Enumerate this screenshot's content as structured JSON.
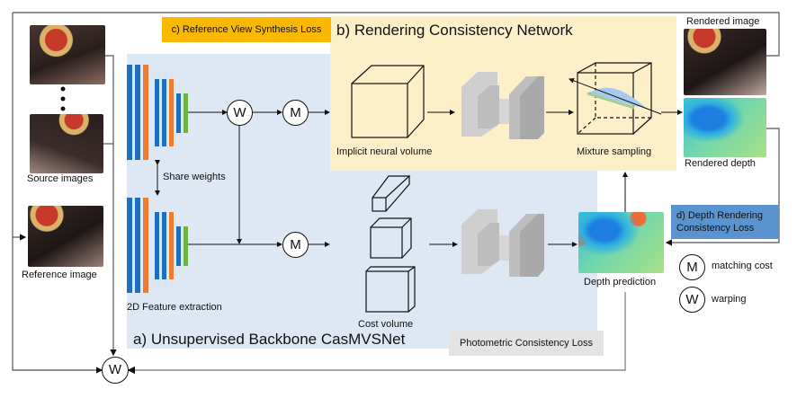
{
  "panels": {
    "a": {
      "title": "a) Unsupervised Backbone CasMVSNet",
      "color": "#dde8f4"
    },
    "b": {
      "title": "b) Rendering Consistency Network",
      "color": "#fdefc8"
    }
  },
  "losses": {
    "c": {
      "label": "c) Reference View Synthesis Loss",
      "color": "#fbb800"
    },
    "d": {
      "label_line1": "d) Depth Rendering",
      "label_line2": "Consistency Loss",
      "color": "#5a93cf"
    },
    "photometric": {
      "label": "Photometric Consistency Loss",
      "color": "#e4e4e4"
    }
  },
  "labels": {
    "source_images": "Source images",
    "reference_image": "Reference image",
    "share_weights": "Share weights",
    "feature_extraction": "2D Feature extraction",
    "implicit_volume": "Implicit neural volume",
    "mixture_sampling": "Mixture sampling",
    "rendered_image": "Rendered image",
    "rendered_depth": "Rendered depth",
    "cost_volume": "Cost volume",
    "depth_prediction": "Depth prediction"
  },
  "operators": {
    "matching": {
      "symbol": "M",
      "meaning": "matching cost"
    },
    "warping": {
      "symbol": "W",
      "meaning": "warping"
    }
  },
  "feature_colors": {
    "blue": "#1f6fc0",
    "orange": "#ee7d31",
    "green": "#6db33f"
  }
}
